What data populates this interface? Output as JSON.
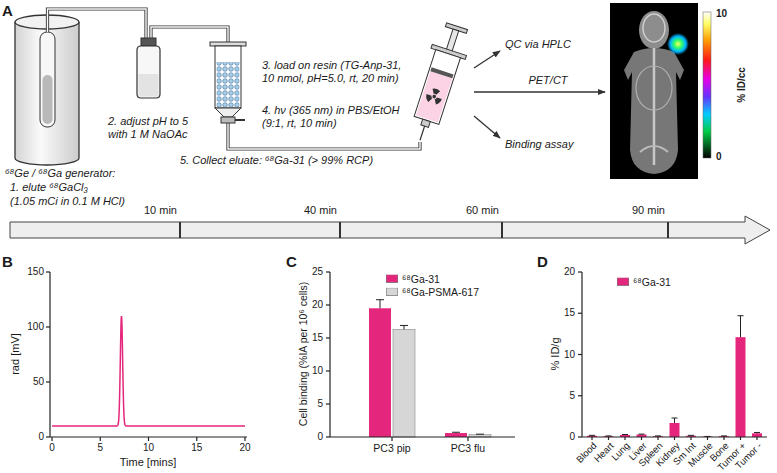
{
  "diagram": {
    "labels": [
      "A",
      "⁶⁸Ge / ⁶⁸Ga generator:",
      "1. elute ⁶⁸GaCl₃",
      "(1.05 mCi in 0.1 M HCl)",
      "2. adjust pH to 5 with 1 M NaOAc",
      "3. load on resin (TG-Anp-31, 10 nmol, pH=5.0, rt, 20 min)",
      "4. hν (365 nm) in PBS/EtOH (9:1, rt, 10 min)",
      "5. Collect eluate: ⁶⁸Ga-31 (> 99% RCP)",
      "QC via HPLC",
      "PET/CT",
      "Binding assay",
      "10",
      "% ID/cc",
      "0",
      "10 min",
      "40 min",
      "60 min",
      "90 min",
      "B",
      "150",
      "100",
      "50",
      "0",
      "rad [mV]",
      "0",
      "5",
      "10",
      "15",
      "20",
      "Time [mins]",
      "C",
      "25",
      "20",
      "15",
      "10",
      "5",
      "0",
      "Cell binding (%IA per 10⁶ cells)",
      "PC3 pip",
      "PC3 flu",
      "D",
      "20",
      "15",
      "10",
      "5",
      "0",
      "% ID/g",
      "Blood",
      "Heart",
      "Lung",
      "Liver",
      "Spleen",
      "Kidney",
      "Sm Int",
      "Muscle",
      "Bone",
      "Tumor +",
      "Tumor -"
    ],
    "legend": [
      {
        "text": "⁶⁸Ga-31",
        "color": "#e5267d"
      },
      {
        "text": "⁶⁸Ga-PSMA-617",
        "color": "#d6d6d6"
      },
      {
        "text": "⁶⁸Ga-31",
        "color": "#e5267d"
      }
    ]
  }
}
